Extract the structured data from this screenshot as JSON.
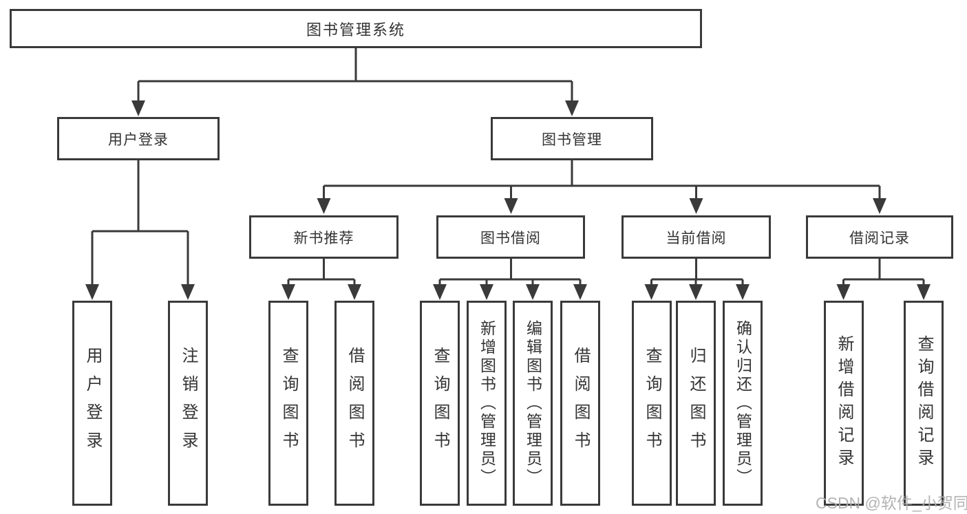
{
  "title": "图书管理系统",
  "nodes": {
    "root": "图书管理系统",
    "login": "用户登录",
    "book_mgmt": "图书管理",
    "new_book": "新书推荐",
    "book_borrow": "图书借阅",
    "current_borrow": "当前借阅",
    "borrow_records": "借阅记录"
  },
  "leaves": {
    "login": [
      "用户登录",
      "注销登录"
    ],
    "new_book": [
      "查询图书",
      "借阅图书"
    ],
    "book_borrow": [
      "查询图书",
      "新增图书（管理员）",
      "编辑图书（管理员）",
      "借阅图书"
    ],
    "current_borrow": [
      "查询图书",
      "归还图书",
      "确认归还（管理员）"
    ],
    "borrow_records": [
      "新增借阅记录",
      "查询借阅记录"
    ]
  },
  "colors": {
    "line": "#3a3a3a",
    "text": "#333333",
    "watermark": "#adadad",
    "background": "#ffffff"
  },
  "watermark": "CSDN @软件_小贺同学"
}
